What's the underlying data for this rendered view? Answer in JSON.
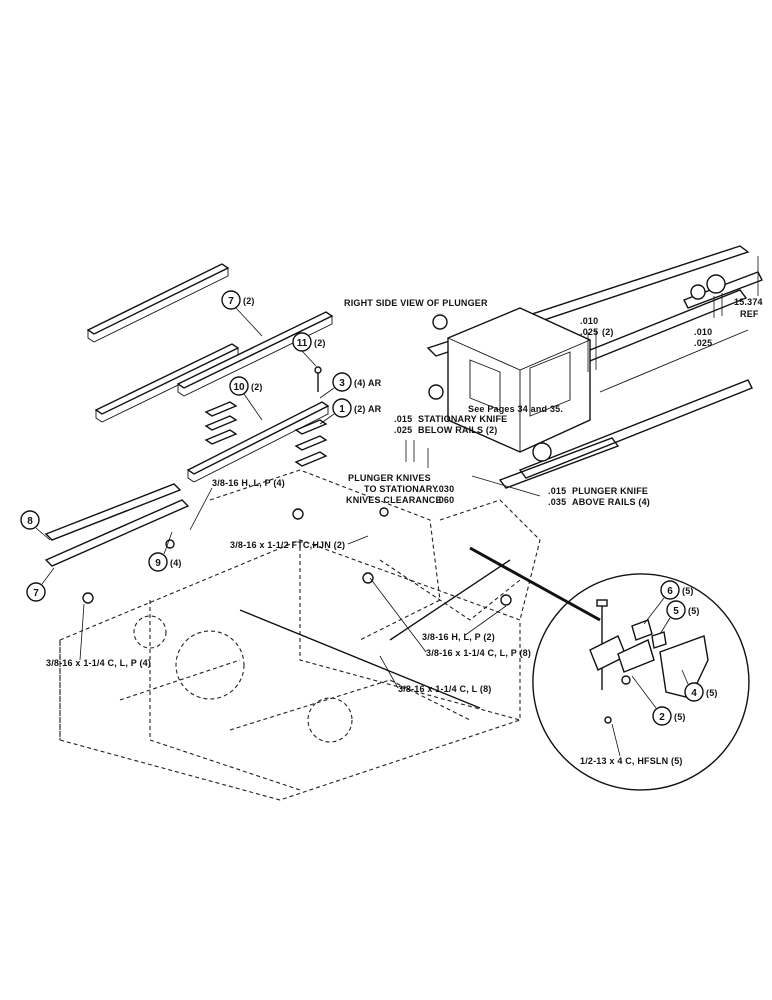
{
  "labels": {
    "title": "RIGHT SIDE VIEW OF PLUNGER",
    "dim_ref_value": "15.374",
    "dim_ref_unit": "REF",
    "tol_top_a": ".010",
    "tol_top_b": ".025",
    "tol_top_qty": "(2)",
    "tol_right_a": ".010",
    "tol_right_b": ".025",
    "see_pages": "See Pages 34 and 35.",
    "stat_knife_a": ".015",
    "stat_knife_b": ".025",
    "stat_knife_text_1": "STATIONARY KNIFE",
    "stat_knife_text_2": "BELOW RAILS (2)",
    "plunger_clear_1": "PLUNGER KNIVES",
    "plunger_clear_2": "TO STATIONARY",
    "plunger_clear_3": "KNIVES CLEARANCE",
    "plunger_clear_a": ".030",
    "plunger_clear_b": ".060",
    "plunger_above_a": ".015",
    "plunger_above_b": ".035",
    "plunger_above_1": "PLUNGER KNIFE",
    "plunger_above_2": "ABOVE RAILS (4)",
    "hw_1": "3/8-16 H, L, P (4)",
    "hw_2": "3/8-16 x 1-1/2 FTC,HJN (2)",
    "hw_3": "3/8-16 H, L, P (2)",
    "hw_4": "3/8-16 x 1-1/4 C, L, P (8)",
    "hw_5": "3/8-16 x 1-1/4 C, L (8)",
    "hw_6": "3/8-16 x 1-1/4 C, L, P (4)",
    "hw_7": "1/2-13  x  4 C, HFSLN  (5)"
  },
  "callouts": [
    {
      "num": "7",
      "qty": "(2)"
    },
    {
      "num": "11",
      "qty": "(2)"
    },
    {
      "num": "3",
      "qty": "(4) AR"
    },
    {
      "num": "10",
      "qty": "(2)"
    },
    {
      "num": "1",
      "qty": "(2) AR"
    },
    {
      "num": "8",
      "qty": ""
    },
    {
      "num": "9",
      "qty": "(4)"
    },
    {
      "num": "7",
      "qty": ""
    },
    {
      "num": "6",
      "qty": "(5)"
    },
    {
      "num": "5",
      "qty": "(5)"
    },
    {
      "num": "4",
      "qty": "(5)"
    },
    {
      "num": "2",
      "qty": "(5)"
    }
  ]
}
